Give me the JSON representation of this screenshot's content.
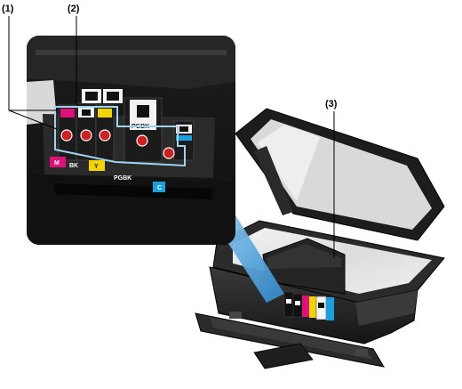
{
  "callouts": {
    "c1": "(1)",
    "c2": "(2)",
    "c3": "(3)"
  },
  "tank_labels": {
    "m": "M",
    "bk": "BK",
    "y": "Y",
    "pgbk": "PGBK",
    "c": "C",
    "pgbk_top": "PGBK"
  },
  "colors": {
    "magenta": "#e0107a",
    "yellow": "#f3d400",
    "cyan": "#1aa0e0",
    "highlight_frame": "#9fd4f0",
    "zoom_wedge": "#4aa3dc",
    "lamp_red": "#d02020"
  }
}
